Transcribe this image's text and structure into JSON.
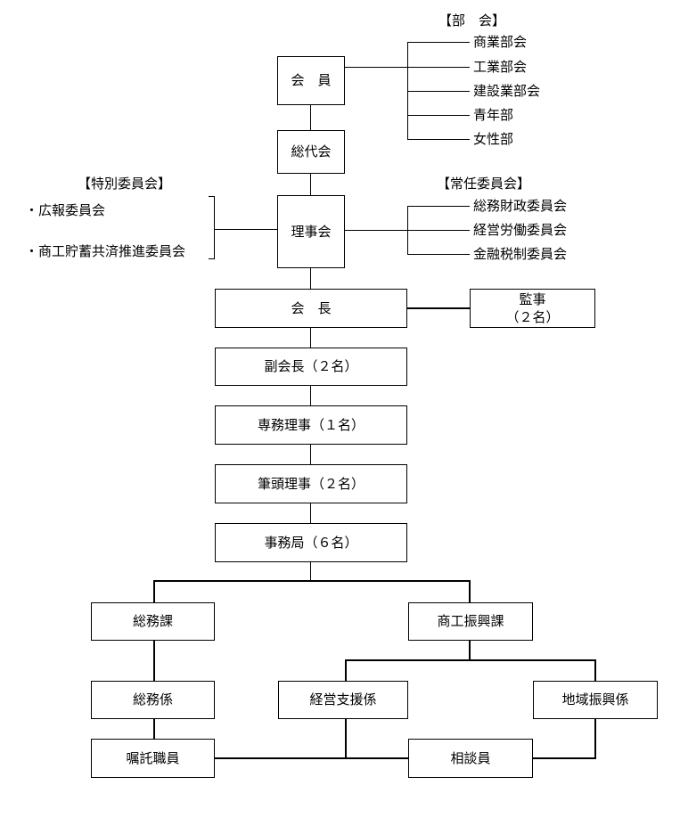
{
  "top": {
    "member": "会　員",
    "general_meeting": "総代会",
    "board": "理事会"
  },
  "sections": {
    "heading": "【部　会】",
    "items": [
      "商業部会",
      "工業部会",
      "建設業部会",
      "青年部",
      "女性部"
    ]
  },
  "special_committees": {
    "heading": "【特別委員会】",
    "items": [
      "・広報委員会",
      "・商工貯蓄共済推進委員会"
    ]
  },
  "standing_committees": {
    "heading": "【常任委員会】",
    "items": [
      "総務財政委員会",
      "経営労働委員会",
      "金融税制委員会"
    ]
  },
  "executives": {
    "president": "会　長",
    "auditor": "監事",
    "auditor_count": "（２名）",
    "vice_president": "副会長（２名）",
    "managing_director": "専務理事（１名）",
    "senior_director": "筆頭理事（２名）",
    "secretariat": "事務局（６名）"
  },
  "divisions": {
    "general_affairs_section": "総務課",
    "commerce_promotion_section": "商工振興課",
    "general_affairs_unit": "総務係",
    "management_support_unit": "経営支援係",
    "regional_promotion_unit": "地域振興係",
    "contract_staff": "嘱託職員",
    "consultant": "相談員"
  }
}
